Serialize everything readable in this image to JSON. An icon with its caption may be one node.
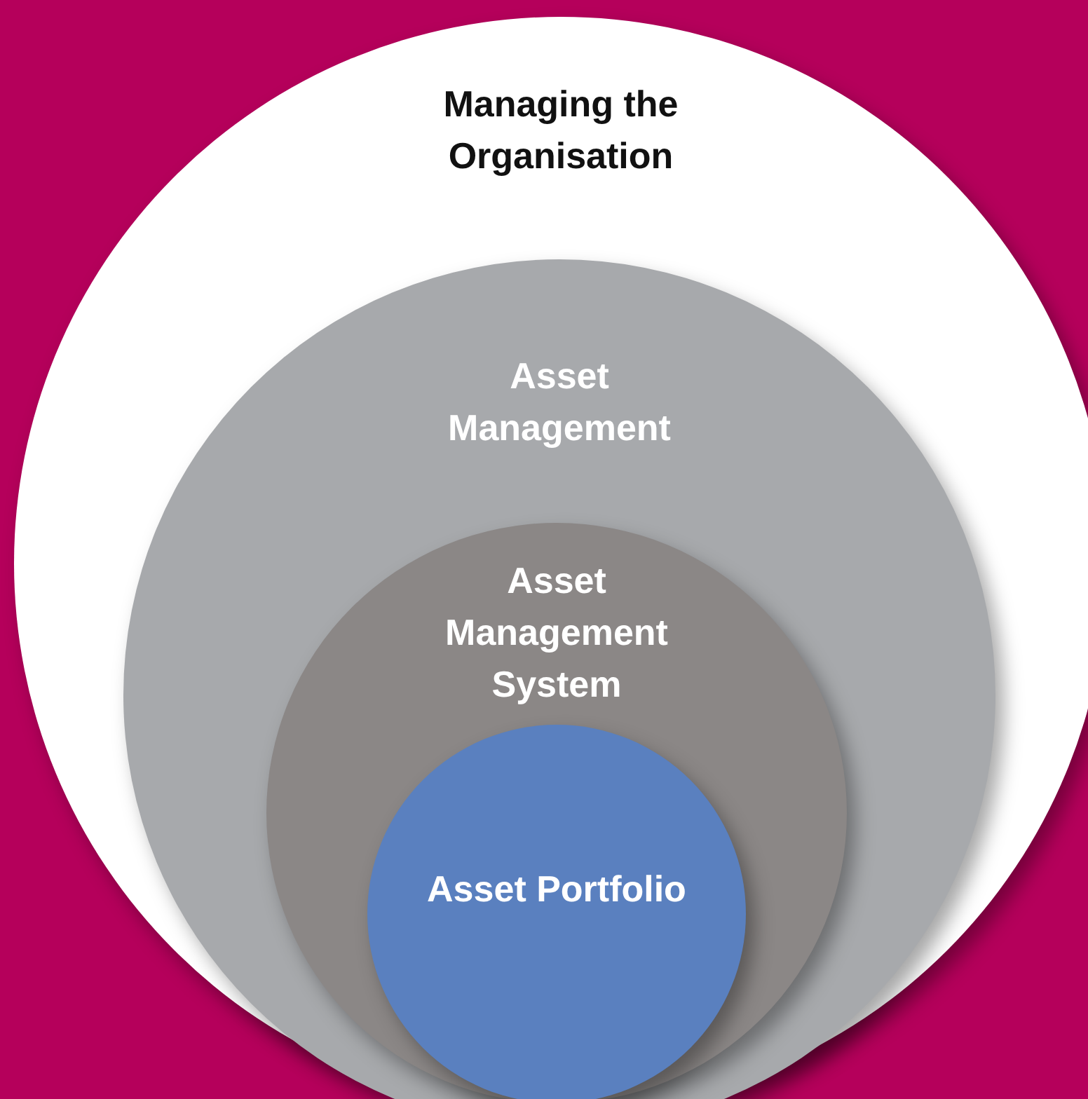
{
  "diagram": {
    "nodes": [
      {
        "text": [
          "Managing the Organisation"
        ]
      },
      {
        "text": [
          "Asset Management"
        ],
        "in": 0
      },
      {
        "text": [
          "Asset Management System"
        ],
        "in": 1
      },
      {
        "text": [
          "Asset Portfolio"
        ],
        "in": 2
      }
    ]
  }
}
